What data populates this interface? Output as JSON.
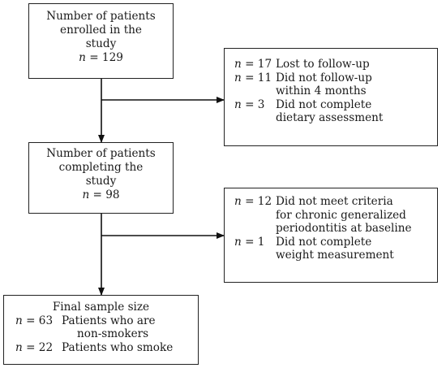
{
  "box1": {
    "lines": [
      "Number of patients",
      "enrolled in the",
      "study"
    ],
    "n_var": "n",
    "n_eq": " = 129"
  },
  "excl1": {
    "items": [
      {
        "n_var": "n",
        "eq": " = 17",
        "lines": [
          "Lost to follow-up"
        ]
      },
      {
        "n_var": "n",
        "eq": " = 11",
        "lines": [
          "Did not follow-up",
          "within 4 months"
        ]
      },
      {
        "n_var": "n",
        "eq": " = 3",
        "lines": [
          "Did not complete",
          "dietary assessment"
        ]
      }
    ]
  },
  "box2": {
    "lines": [
      "Number of patients",
      "completing the",
      "study"
    ],
    "n_var": "n",
    "n_eq": " = 98"
  },
  "excl2": {
    "items": [
      {
        "n_var": "n",
        "eq": " = 12",
        "lines": [
          "Did not meet criteria",
          "for chronic generalized",
          "periodontitis at baseline"
        ]
      },
      {
        "n_var": "n",
        "eq": " = 1",
        "lines": [
          "Did not complete",
          "weight measurement"
        ]
      }
    ]
  },
  "final": {
    "title": "Final sample size",
    "items": [
      {
        "n_var": "n",
        "eq": " = 63",
        "lines": [
          "Patients who are",
          "non-smokers"
        ]
      },
      {
        "n_var": "n",
        "eq": " = 22",
        "lines": [
          "Patients who smoke"
        ]
      }
    ]
  }
}
